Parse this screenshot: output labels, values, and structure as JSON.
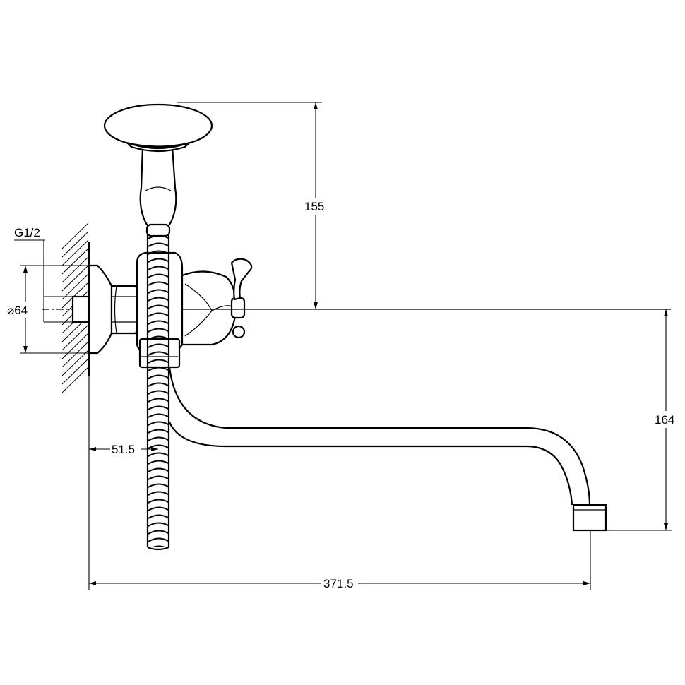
{
  "dimensions": {
    "thread": "G1/2",
    "flange_diameter": "⌀64",
    "height_above_axis": "155",
    "spout_drop": "164",
    "hose_offset": "51.5",
    "spout_reach": "371.5"
  }
}
